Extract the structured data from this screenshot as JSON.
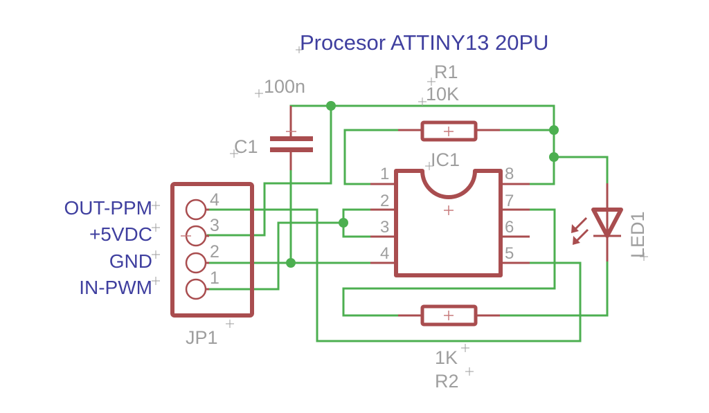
{
  "title": "Procesor ATTINY13 20PU",
  "connector": {
    "name": "JP1",
    "pins": [
      {
        "number": "4",
        "label": "OUT-PPM"
      },
      {
        "number": "3",
        "label": "+5VDC"
      },
      {
        "number": "2",
        "label": "GND"
      },
      {
        "number": "1",
        "label": "IN-PWM"
      }
    ]
  },
  "capacitor": {
    "name": "C1",
    "value": "100n"
  },
  "ic": {
    "name": "IC1",
    "pins_left": [
      "1",
      "2",
      "3",
      "4"
    ],
    "pins_right": [
      "8",
      "7",
      "6",
      "5"
    ]
  },
  "resistors": [
    {
      "name": "R1",
      "value": "10K"
    },
    {
      "name": "R2",
      "value": "1K"
    }
  ],
  "led": {
    "name": "LED1"
  },
  "colors": {
    "wire": "#4caf50",
    "component": "#a94d4f",
    "label_gray": "#9e9e9e",
    "label_blue": "#3f3f9f"
  }
}
